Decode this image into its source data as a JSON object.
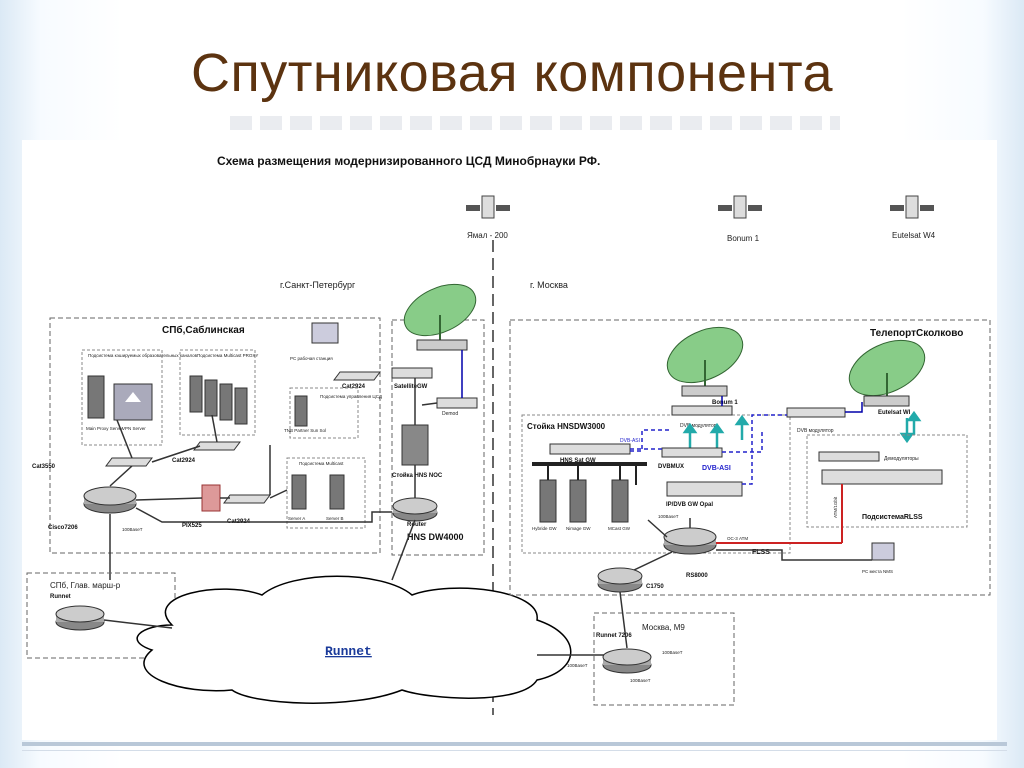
{
  "slide": {
    "title": "Спутниковая компонента"
  },
  "diagram": {
    "caption": "Схема размещения модернизированного ЦСД Минобрнауки РФ.",
    "satellites": [
      {
        "name": "Ямал - 200"
      },
      {
        "name": "Bonum 1"
      },
      {
        "name": "Eutelsat W4"
      }
    ],
    "cities": {
      "spb": "г.Санкт-Петербург",
      "moscow": "г. Москва"
    },
    "spb_saba": {
      "title": "СПб,Саблинская",
      "group1": "Подсистема кэшируемых образовательных каналов",
      "group2": "Подсистема Multicast PROXY",
      "workstation": "РС рабочая станция",
      "group3": "Подсистема управления ЦСД",
      "group3b": "TNB Partner Sun Sol",
      "group4": "Подсистема Multicast",
      "nodes": {
        "proxy_server": "Main Proxy Server",
        "vpn_server": "VPN Server",
        "cat3550": "Cat3550",
        "cat2924_a": "Cat2924",
        "cat2924_b": "Cat2924",
        "cat2924_c": "Cat2924",
        "cisco7206": "Cisco7206",
        "pix525": "PIX525",
        "link_100": "100BaseT",
        "server_a": "Server A",
        "server_b": "Server B"
      }
    },
    "spb_gw": {
      "satellite_gw": "SatelliteGW",
      "demod": "Demod",
      "noc": "Стойка HNS NOC",
      "router": "Router",
      "router_model": "HNS DW4000"
    },
    "spb_main": {
      "title": "СПб, Глав. марш-р",
      "router": "Runnet"
    },
    "cloud": "Runnet",
    "moscow_m9": {
      "title": "Москва, М9",
      "router": "Runnet 7206",
      "link_a": "100BaseT",
      "link_b": "100BaseT",
      "link_c": "100BaseT"
    },
    "skolkovo": {
      "title": "ТелепортСколково",
      "rack_title": "Стойка HNSDW3000",
      "sat_gw": "HNS Sat GW",
      "modulator": "DVB модулятор",
      "dvbmux": "DVBMUX",
      "dvbasi": "DVB-ASI",
      "dvbasi_top": "DVB-ASI",
      "ipdvb": "IP/DVB GW Opal",
      "servers": [
        "Hybride GW",
        "Nimage GW",
        "MCast GW"
      ],
      "link_100": "100BaseT",
      "bonum": "Bonum 1",
      "eutelsat": "Eutelsat WI",
      "dvb_mod2": "DVB модулятор",
      "demods": "Демодуляторы",
      "rlss": "ПодсистемаRLSS",
      "rs8000": "RS8000",
      "flss": "FLSS",
      "c1750": "C1750",
      "oc3": "OC-3 АТМ",
      "nms": "РС места NMS",
      "fiber_label": "АТМ/1Gbit"
    }
  }
}
